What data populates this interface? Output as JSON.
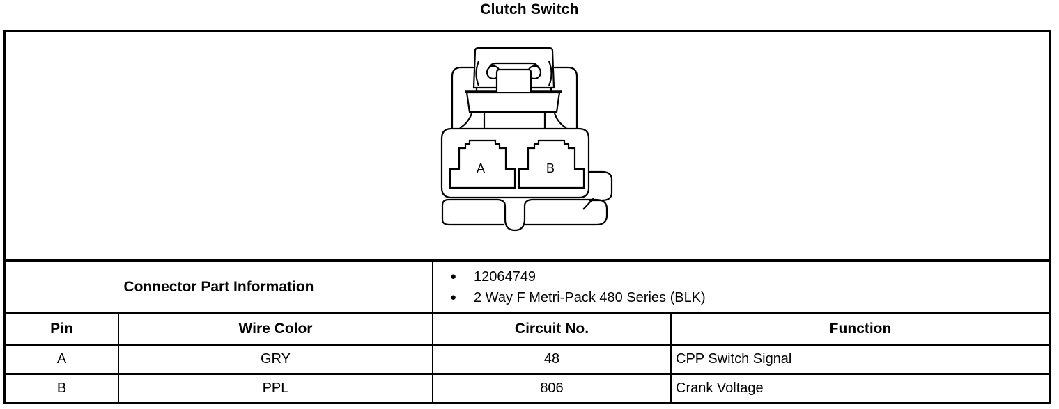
{
  "title": "Clutch Switch",
  "diagram": {
    "description": "2-way connector face view",
    "pin_labels": {
      "a": "A",
      "b": "B"
    }
  },
  "part_info": {
    "label": "Connector Part Information",
    "bullet_char": "●",
    "items": [
      "12064749",
      "2 Way F Metri-Pack 480 Series (BLK)"
    ]
  },
  "pin_table": {
    "headers": {
      "pin": "Pin",
      "wire_color": "Wire Color",
      "circuit_no": "Circuit No.",
      "function": "Function"
    },
    "rows": [
      {
        "pin": "A",
        "wire_color": "GRY",
        "circuit_no": "48",
        "function": "CPP Switch Signal"
      },
      {
        "pin": "B",
        "wire_color": "PPL",
        "circuit_no": "806",
        "function": "Crank Voltage"
      }
    ]
  },
  "colors": {
    "line": "#000000",
    "background": "#ffffff"
  }
}
